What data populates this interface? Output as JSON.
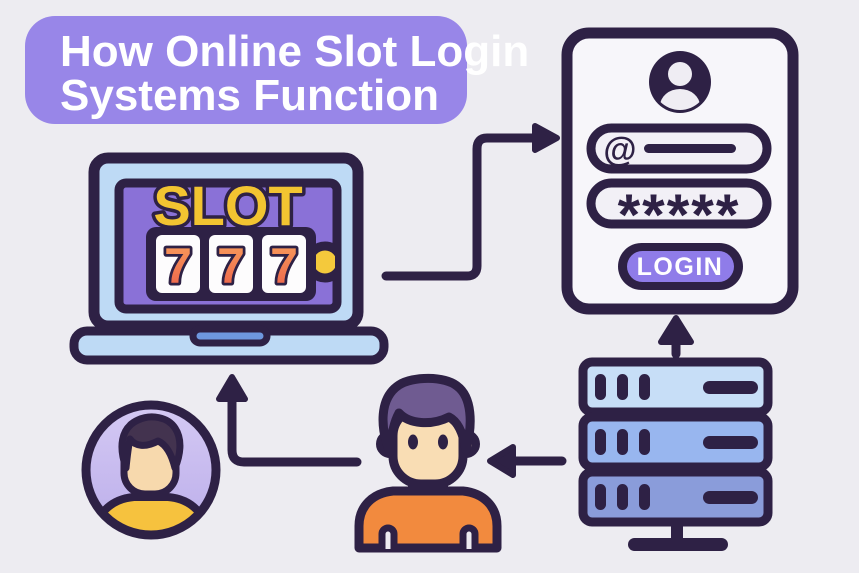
{
  "background_color": "#edecf1",
  "outline_color": "#2e2145",
  "title": {
    "text": "How Online Slot Login Systems Function",
    "line1": "How Online Slot Login",
    "line2": "Systems Function",
    "banner_color": "#9886e8",
    "text_color": "#ffffff"
  },
  "laptop": {
    "icon": "laptop-slot-machine-icon",
    "slot_sign": "SLOT",
    "reels": [
      "7",
      "7",
      "7"
    ],
    "screen_color": "#8a71d7",
    "body_color": "#bedaf5",
    "sign_color": "#f2c431",
    "knob_color": "#f4c93c",
    "notch_color": "#6e97de"
  },
  "login_card": {
    "avatar_icon": "user-avatar-icon",
    "email_symbol": "@",
    "password_mask": "*****",
    "button_label": "LOGIN",
    "button_color": "#8f7ce9",
    "card_color": "#f7f6fa",
    "field_color": "#f2f0f6"
  },
  "server": {
    "icon": "server-rack-icon",
    "rows": 3,
    "rack_colors": [
      "#c7def7",
      "#98b6ef",
      "#8a9cda"
    ]
  },
  "user": {
    "icon": "person-icon",
    "shirt_color": "#f28a3e",
    "hair_color": "#6f5b91",
    "skin_color": "#f9ddb4"
  },
  "profile_avatar": {
    "icon": "profile-avatar-icon",
    "background_color": "#c9bdf0",
    "shirt_color": "#f6c23e",
    "hair_color": "#43334f",
    "skin_color": "#f7d9ad"
  }
}
